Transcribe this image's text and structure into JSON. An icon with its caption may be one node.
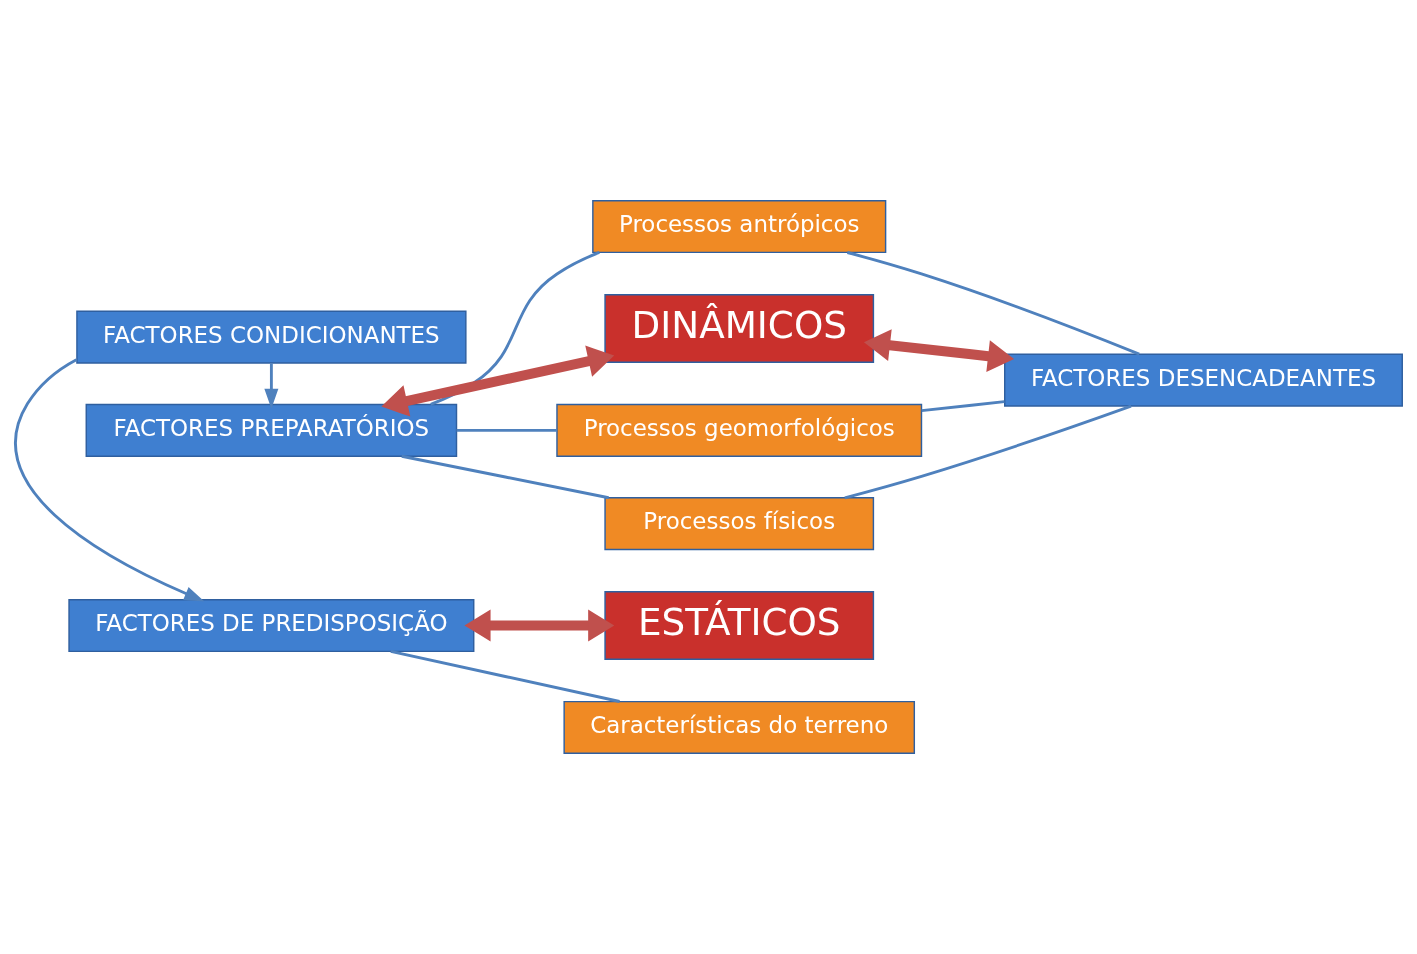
{
  "diagram": {
    "nodes": [
      {
        "text": [
          "FACTORES DE PREDISPOSIÇÃO"
        ]
      },
      {
        "text": [
          "ESTÁTICOS"
        ]
      },
      {
        "text": [
          "FACTORES CONDICIONANTES"
        ]
      },
      {
        "text": [
          "Características do terreno"
        ]
      },
      {
        "text": [
          "Processos geomorfológicos"
        ]
      },
      {
        "text": [
          "FACTORES PREPARATÓRIOS"
        ]
      },
      {
        "text": [
          "Processos físicos"
        ]
      },
      {
        "text": [
          "FACTORES DESENCADEANTES"
        ]
      },
      {
        "text": [
          "Processos antrópicos"
        ]
      },
      {
        "text": [
          "DINÂMICOS"
        ]
      }
    ],
    "edges": [
      {
        "from": 2,
        "to": 0,
        "arrow": "to"
      },
      {
        "from": 2,
        "to": 5,
        "arrow": "to"
      },
      {
        "from": 0,
        "to": 3,
        "arrow": "none"
      },
      {
        "from": 0,
        "to": 1,
        "arrow": "both",
        "style": "thick",
        "color": "#c0504d"
      },
      {
        "from": 5,
        "to": 4,
        "arrow": "none"
      },
      {
        "from": 5,
        "to": 6,
        "arrow": "none"
      },
      {
        "from": 5,
        "to": 8,
        "arrow": "none"
      },
      {
        "from": 4,
        "to": 7,
        "arrow": "none"
      },
      {
        "from": 6,
        "to": 7,
        "arrow": "none"
      },
      {
        "from": 8,
        "to": 7,
        "arrow": "none"
      },
      {
        "from": 5,
        "to": 9,
        "arrow": "both",
        "style": "thick",
        "color": "#c0504d"
      },
      {
        "from": 7,
        "to": 9,
        "arrow": "both",
        "style": "thick",
        "color": "#c0504d"
      }
    ]
  }
}
